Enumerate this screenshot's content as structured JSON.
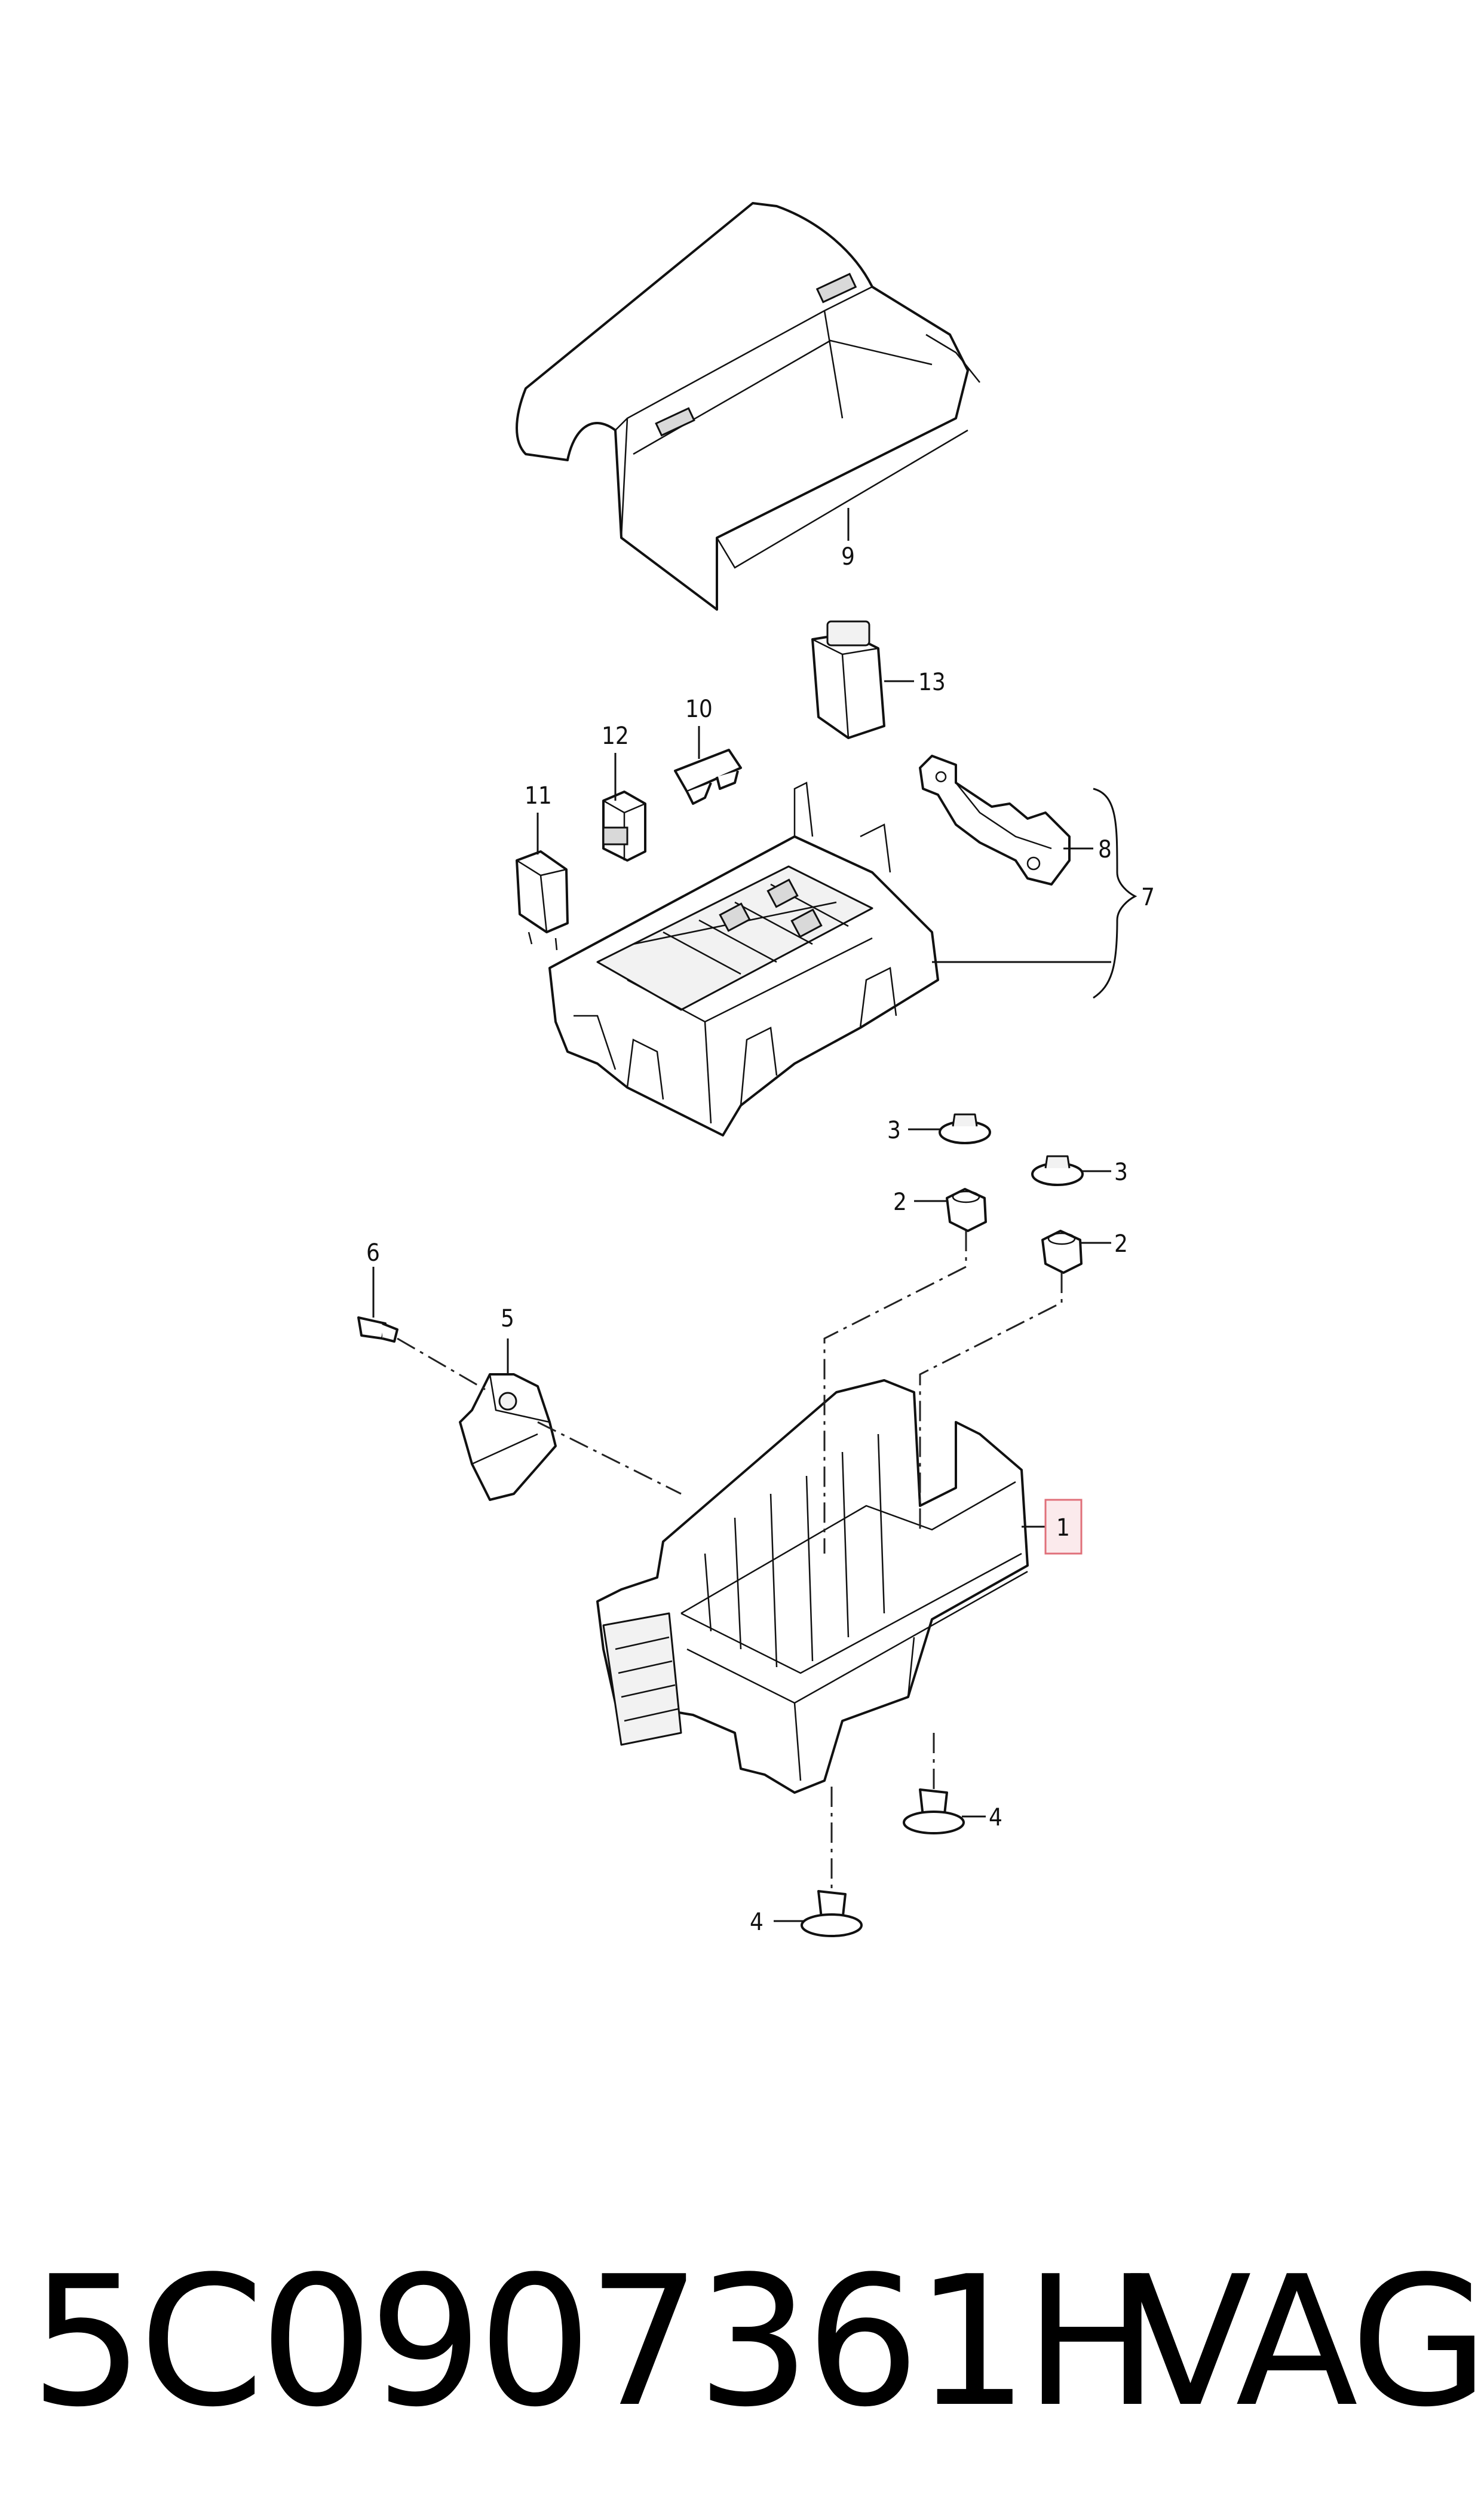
{
  "callouts": {
    "c1": "1",
    "c2a": "2",
    "c2b": "2",
    "c3a": "3",
    "c3b": "3",
    "c4a": "4",
    "c4b": "4",
    "c5": "5",
    "c6": "6",
    "c7": "7",
    "c8": "8",
    "c9": "9",
    "c10": "10",
    "c11": "11",
    "c12": "12",
    "c13": "13"
  },
  "highlight_color": "#e0707a",
  "footer": {
    "part_number": "5C0907361H",
    "brand": "VAG"
  }
}
